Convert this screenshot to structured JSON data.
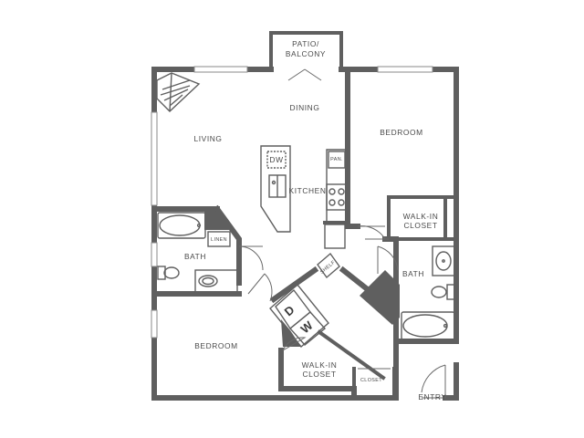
{
  "rooms": {
    "patio": [
      "PATIO/",
      "BALCONY"
    ],
    "dining": "DINING",
    "living": "LIVING",
    "kitchen": "KITCHEN",
    "bedroom_right": "BEDROOM",
    "walkin_right": [
      "WALK-IN",
      "CLOSET"
    ],
    "bath_left": "BATH",
    "bath_right": "BATH",
    "bedroom_left": "BEDROOM",
    "walkin_bottom": [
      "WALK-IN",
      "CLOSET"
    ],
    "closet": "CLOSET",
    "entry": "ENTRY"
  },
  "fixtures": {
    "dishwasher": "DW",
    "pantry": "PAN.",
    "linen": "LINEN",
    "shelf": "SHELF",
    "washer": "D",
    "dryer": "W"
  },
  "colors": {
    "wall": "#5f5f5f",
    "label": "#4a4a4a",
    "background": "#ffffff"
  }
}
